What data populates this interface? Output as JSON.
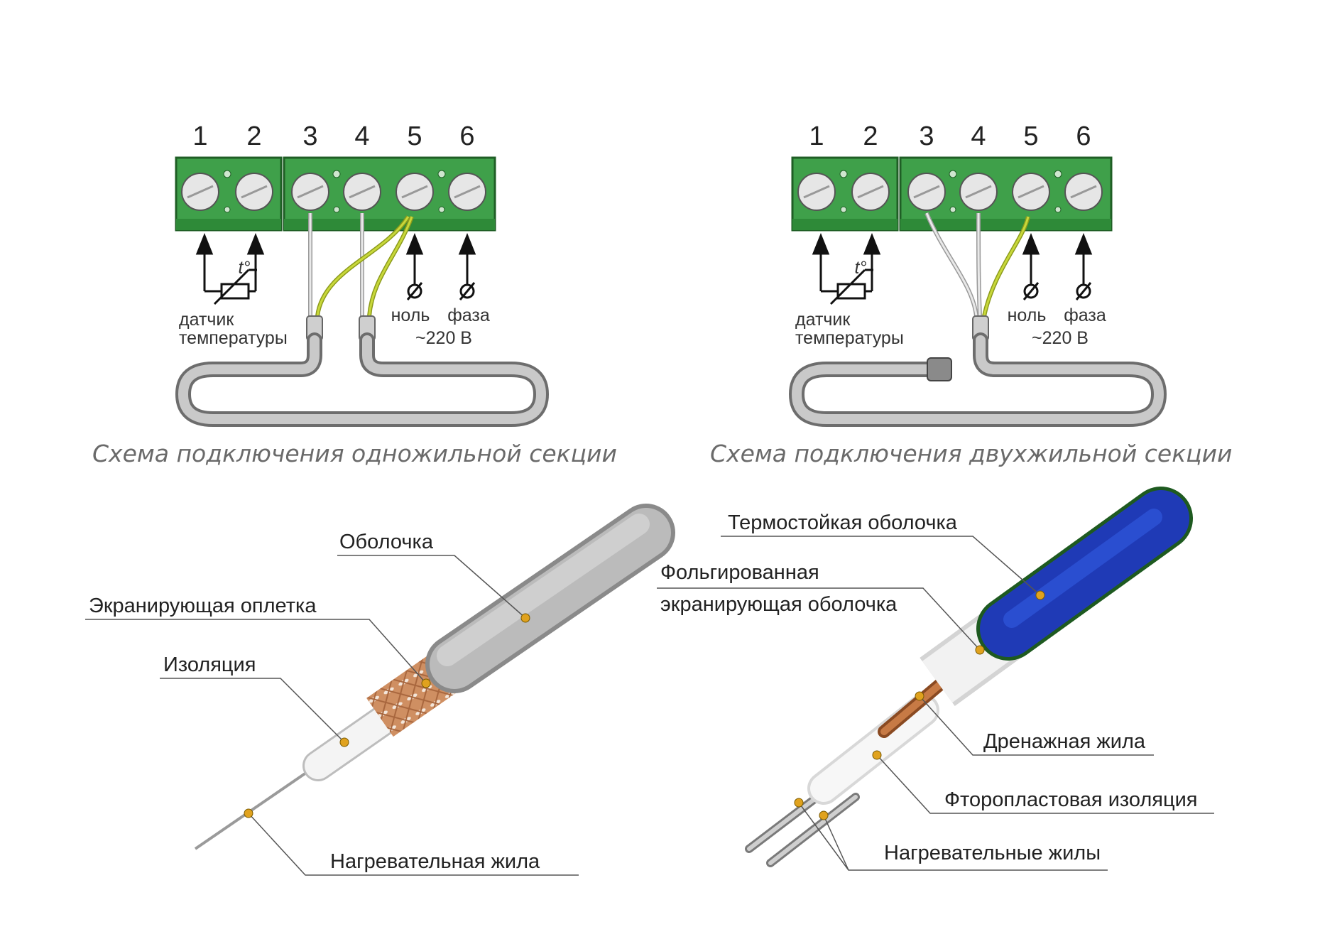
{
  "colors": {
    "terminal_green": "#3fa04a",
    "cable_gray": "#c4c4c4",
    "braid_copper": "#cf8f62",
    "jacket_blue": "#1f3ab6",
    "earth_yellow": "#c8d83a",
    "dot_orange": "#e0a21e"
  },
  "schemes": [
    {
      "terminal_numbers": [
        "1",
        "2",
        "3",
        "4",
        "5",
        "6"
      ],
      "sensor_label_1": "датчик",
      "sensor_label_2": "температуры",
      "sensor_symbol": "t°",
      "neutral_label": "ноль",
      "phase_label": "фаза",
      "voltage_label": "~220 В",
      "caption": "Схема подключения одножильной секции"
    },
    {
      "terminal_numbers": [
        "1",
        "2",
        "3",
        "4",
        "5",
        "6"
      ],
      "sensor_label_1": "датчик",
      "sensor_label_2": "температуры",
      "sensor_symbol": "t°",
      "neutral_label": "ноль",
      "phase_label": "фаза",
      "voltage_label": "~220 В",
      "caption": "Схема подключения двухжильной секции"
    }
  ],
  "single_core_cable": {
    "callouts": [
      "Оболочка",
      "Экранирующая оплетка",
      "Изоляция",
      "Нагревательная жила"
    ]
  },
  "twin_core_cable": {
    "callouts": [
      "Термостойкая оболочка",
      "Фольгированная",
      "экранирующая оболочка",
      "Дренажная жила",
      "Фторопластовая изоляция",
      "Нагревательные жилы"
    ]
  }
}
